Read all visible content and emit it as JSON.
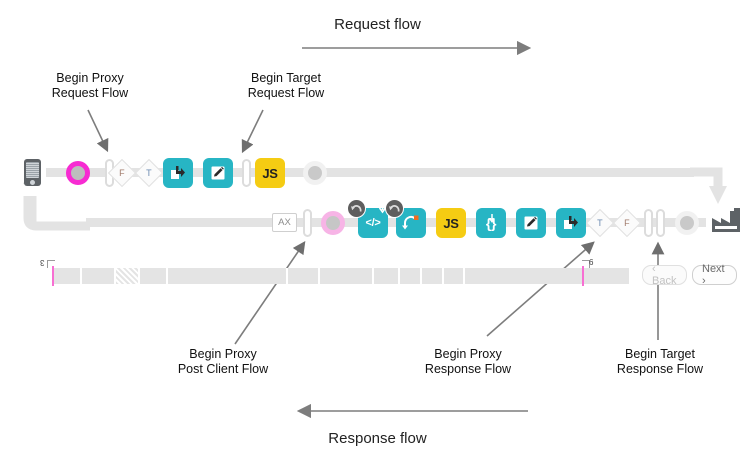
{
  "diagram": {
    "title_request": "Request flow",
    "title_response": "Response flow",
    "callouts": {
      "begin_proxy_request": "Begin Proxy\nRequest Flow",
      "begin_target_request": "Begin Target\nRequest Flow",
      "begin_proxy_post_client": "Begin Proxy\nPost Client Flow",
      "begin_proxy_response": "Begin Proxy\nResponse Flow",
      "begin_target_response": "Begin Target\nResponse Flow",
      "begin_proxy_request_l1": "Begin Proxy",
      "begin_proxy_request_l2": "Request Flow",
      "begin_target_request_l1": "Begin Target",
      "begin_target_request_l2": "Request Flow",
      "begin_proxy_post_client_l1": "Begin Proxy",
      "begin_proxy_post_client_l2": "Post Client Flow",
      "begin_proxy_response_l1": "Begin Proxy",
      "begin_proxy_response_l2": "Response Flow",
      "begin_target_response_l1": "Begin Target",
      "begin_target_response_l2": "Response Flow"
    },
    "colors": {
      "teal": "#27b5c4",
      "yellow": "#f5cc13",
      "magenta": "#f72bd2",
      "pink": "#f7b4e6",
      "rail_grey": "#e3e3e3",
      "arrow_grey": "#7d7d7d",
      "badge_grey": "#5e5e5e",
      "target_icon": "#5d6266"
    },
    "request_row": {
      "client_icon": "mobile-phone-icon",
      "nodes": [
        {
          "kind": "ring",
          "variant": "magenta",
          "name": "request-start-ring"
        },
        {
          "kind": "pill",
          "name": "flow-separator-pill"
        },
        {
          "kind": "diamond",
          "label": "F",
          "name": "condition-diamond-f"
        },
        {
          "kind": "diamond",
          "label": "T",
          "name": "condition-diamond-t"
        },
        {
          "kind": "tile",
          "variant": "teal",
          "icon": "service-callout-icon",
          "name": "policy-service-callout"
        },
        {
          "kind": "tile",
          "variant": "teal",
          "icon": "assign-message-icon",
          "name": "policy-assign-message"
        },
        {
          "kind": "pill",
          "name": "flow-separator-pill"
        },
        {
          "kind": "tile",
          "variant": "yellow",
          "label": "JS",
          "name": "policy-javascript"
        },
        {
          "kind": "ring",
          "variant": "grey",
          "name": "request-end-ring"
        }
      ],
      "target_icon": "target-server-icon"
    },
    "response_row": {
      "nodes": [
        {
          "kind": "axbox",
          "label": "AX",
          "name": "policy-analytics-ax"
        },
        {
          "kind": "pill",
          "name": "flow-separator-pill"
        },
        {
          "kind": "ring",
          "variant": "pink",
          "name": "response-start-ring"
        },
        {
          "kind": "tile",
          "variant": "teal",
          "icon": "xml-to-json-icon",
          "label": "</>",
          "badge": "fault-rule-badge",
          "name": "policy-xml-json"
        },
        {
          "kind": "tile",
          "variant": "teal",
          "icon": "raise-fault-icon",
          "badge": "fault-rule-badge",
          "name": "policy-raise-fault"
        },
        {
          "kind": "tile",
          "variant": "yellow",
          "label": "JS",
          "name": "policy-javascript"
        },
        {
          "kind": "tile",
          "variant": "teal",
          "icon": "json-threat-icon",
          "label": "{}",
          "name": "policy-json-threat"
        },
        {
          "kind": "tile",
          "variant": "teal",
          "icon": "assign-message-icon",
          "name": "policy-assign-message"
        },
        {
          "kind": "tile",
          "variant": "teal",
          "icon": "service-callout-icon",
          "name": "policy-service-callout"
        },
        {
          "kind": "diamond",
          "label": "T",
          "name": "condition-diamond-t"
        },
        {
          "kind": "diamond",
          "label": "F",
          "name": "condition-diamond-f"
        },
        {
          "kind": "pill",
          "name": "flow-separator-pill"
        },
        {
          "kind": "pill",
          "name": "flow-separator-pill"
        },
        {
          "kind": "ring",
          "variant": "grey",
          "name": "response-end-ring"
        }
      ]
    },
    "timeline": {
      "left_tag": "3",
      "right_tag": "6",
      "back_label": "‹ Back",
      "next_label": "Next ›"
    }
  }
}
